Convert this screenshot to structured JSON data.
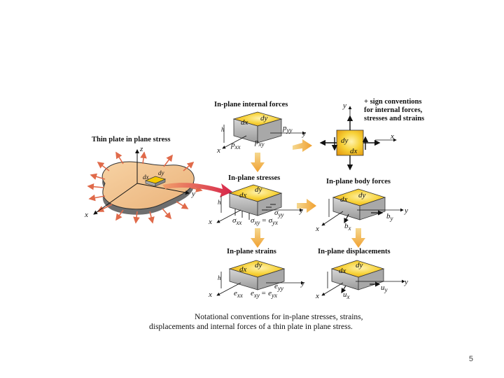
{
  "figure": {
    "thin_plate": {
      "title": "Thin plate in plane stress",
      "axis_z": "z",
      "axis_y": "y",
      "axis_x": "x",
      "elem_dx": "dx",
      "elem_dy": "dy"
    },
    "internal_forces": {
      "title": "In-plane internal forces",
      "dx": "dx",
      "dy": "dy",
      "h": "h",
      "p_yy": "p",
      "p_yy_sub": "yy",
      "p_xx": "p",
      "p_xx_sub": "xx",
      "p_xy": "p",
      "p_xy_sub": "xy",
      "axis_x": "x",
      "axis_y": "y"
    },
    "sign_conventions": {
      "title_line1": "+ sign conventions",
      "title_line2": "for internal forces,",
      "title_line3": "stresses and strains",
      "dx": "dx",
      "dy": "dy",
      "axis_x": "x",
      "axis_y": "y"
    },
    "stresses": {
      "title": "In-plane stresses",
      "dx": "dx",
      "dy": "dy",
      "h": "h",
      "sigma_xx": "σ",
      "sigma_xx_sub": "xx",
      "sigma_yy": "σ",
      "sigma_yy_sub": "yy",
      "sigma_xy_eq": "σ",
      "sigma_xy_sub": "xy",
      "equals": "= σ",
      "sigma_yx_sub": "yx",
      "axis_x": "x",
      "axis_y": "y"
    },
    "body_forces": {
      "title": "In-plane body forces",
      "dx": "dx",
      "dy": "dy",
      "b_x": "b",
      "b_x_sub": "x",
      "b_y": "b",
      "b_y_sub": "y",
      "axis_x": "x",
      "axis_y": "y"
    },
    "strains": {
      "title": "In-plane strains",
      "dx": "dx",
      "dy": "dy",
      "h": "h",
      "e_xx": "e",
      "e_xx_sub": "xx",
      "e_yy": "e",
      "e_yy_sub": "yy",
      "e_xy": "e",
      "e_xy_sub": "xy",
      "equals": "= e",
      "e_yx_sub": "yx",
      "axis_x": "x",
      "axis_y": "y"
    },
    "displacements": {
      "title": "In-plane displacements",
      "dx": "dx",
      "dy": "dy",
      "u_x": "u",
      "u_x_sub": "x",
      "u_y": "u",
      "u_y_sub": "y",
      "axis_x": "x",
      "axis_y": "y"
    }
  },
  "caption": {
    "line1": "Notational conventions for in-plane stresses, strains,",
    "line2": "displacements and internal forces of a thin plate in plane stress."
  },
  "page_number": "5",
  "colors": {
    "plate_fill": "#f2c08a",
    "element_top": "#f5c800",
    "element_side": "#bdbdbd",
    "arrow_orange": "#f0a040",
    "arrow_red": "#d6244a",
    "traction_arrows": "#e06a4a"
  }
}
